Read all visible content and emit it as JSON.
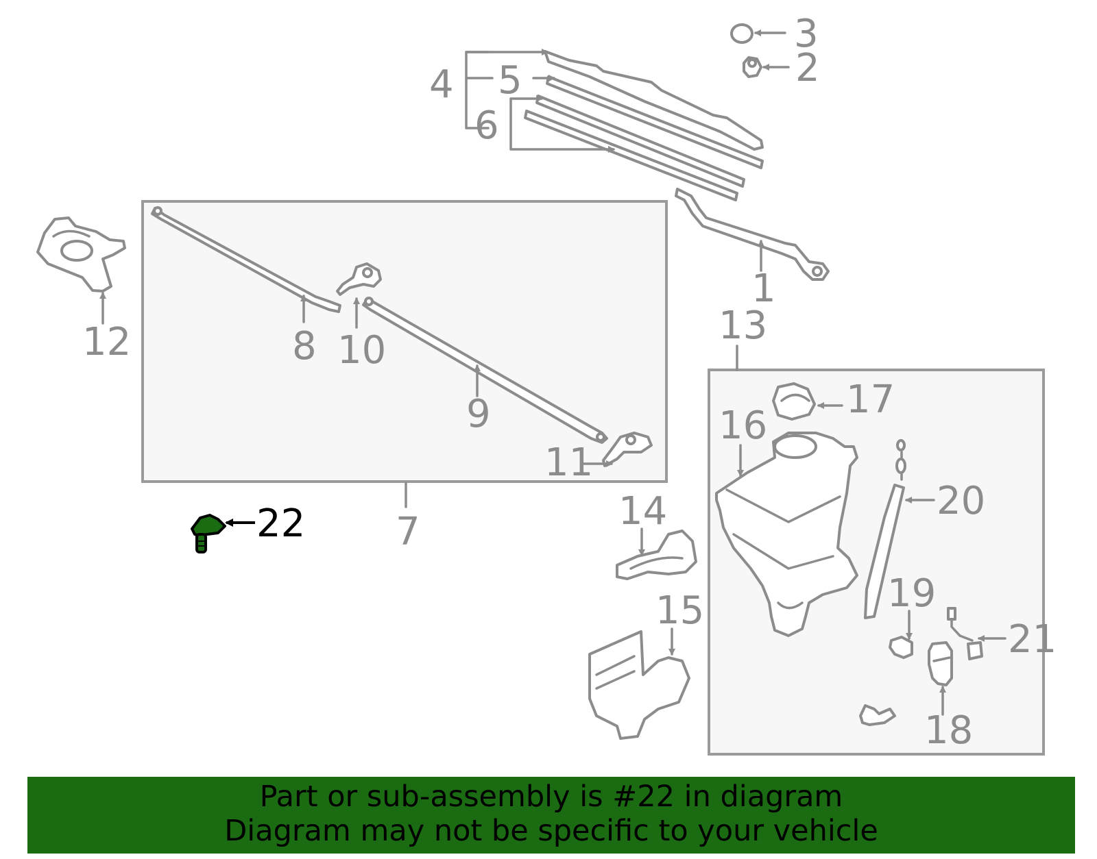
{
  "diagram": {
    "callouts": [
      {
        "id": "1",
        "text": "1"
      },
      {
        "id": "2",
        "text": "2"
      },
      {
        "id": "3",
        "text": "3"
      },
      {
        "id": "4",
        "text": "4"
      },
      {
        "id": "5",
        "text": "5"
      },
      {
        "id": "6",
        "text": "6"
      },
      {
        "id": "7",
        "text": "7"
      },
      {
        "id": "8",
        "text": "8"
      },
      {
        "id": "9",
        "text": "9"
      },
      {
        "id": "10",
        "text": "10"
      },
      {
        "id": "11",
        "text": "11"
      },
      {
        "id": "12",
        "text": "12"
      },
      {
        "id": "13",
        "text": "13"
      },
      {
        "id": "14",
        "text": "14"
      },
      {
        "id": "15",
        "text": "15"
      },
      {
        "id": "16",
        "text": "16"
      },
      {
        "id": "17",
        "text": "17"
      },
      {
        "id": "18",
        "text": "18"
      },
      {
        "id": "19",
        "text": "19"
      },
      {
        "id": "20",
        "text": "20"
      },
      {
        "id": "21",
        "text": "21"
      },
      {
        "id": "22",
        "text": "22"
      }
    ],
    "highlighted_part": "22",
    "colors": {
      "line": "#8c8c8c",
      "highlight_fill": "#1a6b12",
      "highlight_label": "#000000",
      "box_fill": "#f7f7f7",
      "banner_background": "#1a6b12"
    }
  },
  "banner": {
    "line1": "Part or sub-assembly is #22 in diagram",
    "line2": "Diagram may not be specific to your vehicle"
  }
}
